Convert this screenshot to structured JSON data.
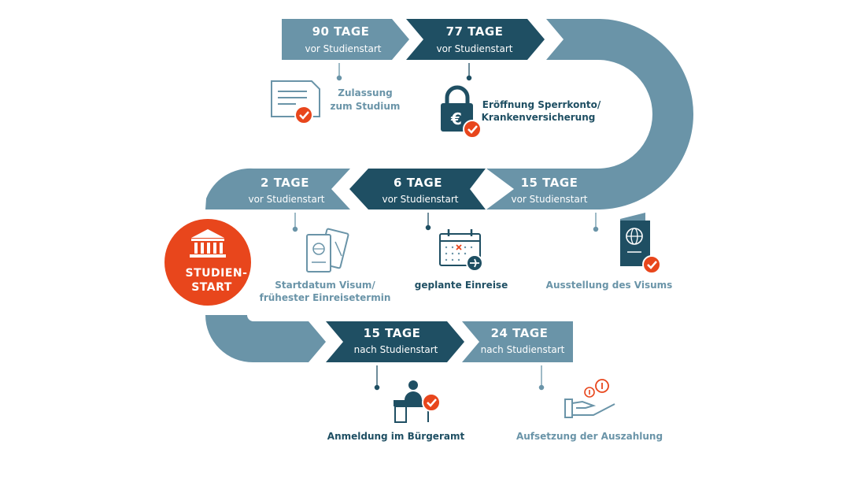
{
  "colors": {
    "light": "#6a94a8",
    "dark": "#1f4f63",
    "accent": "#e8461c",
    "white": "#ffffff"
  },
  "start": {
    "line1": "STUDIEN-",
    "line2": "START",
    "icon": "university-building-icon"
  },
  "steps": [
    {
      "days": "90 TAGE",
      "when": "vor Studienstart",
      "caption": [
        "Zulassung",
        "zum Studium"
      ],
      "icon": "document-check-icon"
    },
    {
      "days": "77 TAGE",
      "when": "vor Studienstart",
      "caption": [
        "Eröffnung Sperrkonto/",
        "Krankenversicherung"
      ],
      "icon": "euro-lock-check-icon"
    },
    {
      "days": "15 TAGE",
      "when": "vor Studienstart",
      "caption": [
        "Ausstellung des Visums"
      ],
      "icon": "passport-check-icon"
    },
    {
      "days": "6 TAGE",
      "when": "vor Studienstart",
      "caption": [
        "geplante Einreise"
      ],
      "icon": "calendar-plane-icon"
    },
    {
      "days": "2 TAGE",
      "when": "vor Studienstart",
      "caption": [
        "Startdatum Visum/",
        "frühester Einreisetermin"
      ],
      "icon": "passport-ticket-icon"
    },
    {
      "days": "15 TAGE",
      "when": "nach Studienstart",
      "caption": [
        "Anmeldung im Bürgeramt"
      ],
      "icon": "office-desk-check-icon"
    },
    {
      "days": "24 TAGE",
      "when": "nach Studienstart",
      "caption": [
        "Aufsetzung der Auszahlung"
      ],
      "icon": "hand-coins-icon"
    }
  ]
}
